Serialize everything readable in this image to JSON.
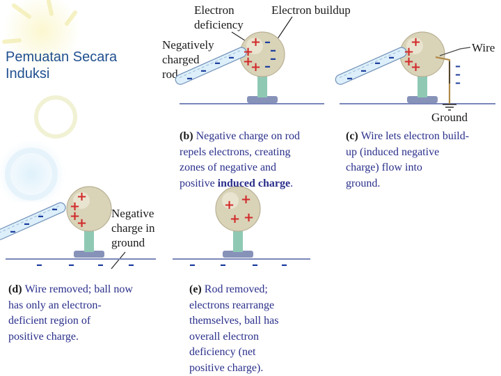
{
  "slide": {
    "title": "Pemuatan Secara\nInduksi"
  },
  "labels": {
    "electron_deficiency": "Electron\ndeficiency",
    "electron_buildup": "Electron buildup",
    "negatively_charged_rod": "Negatively\ncharged\nrod",
    "wire": "Wire",
    "ground": "Ground",
    "negative_charge_in_ground": "Negative\ncharge in\nground"
  },
  "captions": {
    "b": {
      "letter": "(b)",
      "pre": "Negative charge on rod\nrepels electrons, creating\nzones of negative and\npositive ",
      "bold": "induced charge",
      "post": "."
    },
    "c": {
      "letter": "(c)",
      "text": "Wire lets electron build-\nup (induced negative\ncharge) flow into\nground."
    },
    "d": {
      "letter": "(d)",
      "text": "Wire removed; ball now\nhas only an electron-\ndeficient region of\npositive charge."
    },
    "e": {
      "letter": "(e)",
      "text": "Rod removed;\nelectrons rearrange\nthemselves, ball has\noverall electron\ndeficiency (net\npositive charge)."
    }
  },
  "symbols": {
    "plus": "+",
    "minus": "–"
  },
  "colors": {
    "title": "#1f4f8f",
    "caption": "#2a2f8a",
    "plus": "#d12a2a",
    "minus": "#1f3f9f",
    "sphere": "#d9d3b8",
    "stand": "#8fc9b4",
    "base": "#7a86b8",
    "rod": "#cfe6f5"
  }
}
